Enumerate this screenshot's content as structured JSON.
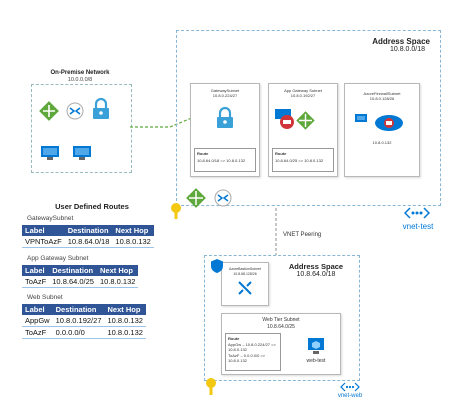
{
  "onprem": {
    "title": "On-Premise Network",
    "cidr": "10.0.0.0/8"
  },
  "vnet_test": {
    "title": "Address Space",
    "cidr": "10.8.0.0/18",
    "name": "vnet-test",
    "gateway_subnet": {
      "title": "GatewaySubnet",
      "cidr": "10.8.0.224/27",
      "route_title": "Route",
      "route_line": "10.8.64.0/18 => 10.8.0.132"
    },
    "appgw_subnet": {
      "title": "App Gateway Subnet",
      "cidr": "10.8.0.192/27",
      "route_title": "Route",
      "route_line": "10.8.64.0/25 => 10.8.0.132"
    },
    "firewall_subnet": {
      "title": "AzureFirewallSubnet",
      "cidr": "10.8.0.128/26",
      "fw_ip": "10.8.0.132"
    }
  },
  "peering": {
    "label": "VNET Peering"
  },
  "vnet_web": {
    "title": "Address Space",
    "cidr": "10.8.64.0/18",
    "name": "vnet-web",
    "bastion": {
      "title": "AzureBastionSubnet",
      "cidr": "10.8.68.128/26"
    },
    "webtier": {
      "title": "Web Tier Subnet",
      "cidr": "10.8.64.0/25",
      "route_title": "Route",
      "route_lines": [
        "AppGw – 10.8.0.224/27 =>",
        "10.8.0.132",
        "ToAzF – 0.0.0.0/0 =>",
        "10.8.0.132"
      ],
      "vm_label": "web-test"
    }
  },
  "udr": {
    "title": "User Defined Routes",
    "tables": [
      {
        "caption": "GatewaySubnet",
        "headers": [
          "Label",
          "Destination",
          "Next Hop"
        ],
        "rows": [
          [
            "VPNToAzF",
            "10.8.64.0/18",
            "10.8.0.132"
          ]
        ]
      },
      {
        "caption": "App Gateway Subnet",
        "headers": [
          "Label",
          "Destination",
          "Next Hop"
        ],
        "rows": [
          [
            "ToAzF",
            "10.8.64.0/25",
            "10.8.0.132"
          ]
        ]
      },
      {
        "caption": "Web Subnet",
        "headers": [
          "Label",
          "Destination",
          "Next Hop"
        ],
        "rows": [
          [
            "AppGw",
            "10.8.0.192/27",
            "10.8.0.132"
          ],
          [
            "ToAzF",
            "0.0.0.0/0",
            "10.8.0.132"
          ]
        ]
      }
    ]
  },
  "colors": {
    "azure_blue": "#0078d4",
    "green": "#5ea83c",
    "table_header": "#2f5597",
    "yellow_key": "#f2c811"
  },
  "icons": [
    "network-router-icon",
    "vpn-gateway-icon",
    "lock-icon",
    "monitor-icon",
    "firewall-icon",
    "app-gateway-icon",
    "bastion-icon",
    "vm-icon",
    "key-icon",
    "vnet-icon"
  ]
}
